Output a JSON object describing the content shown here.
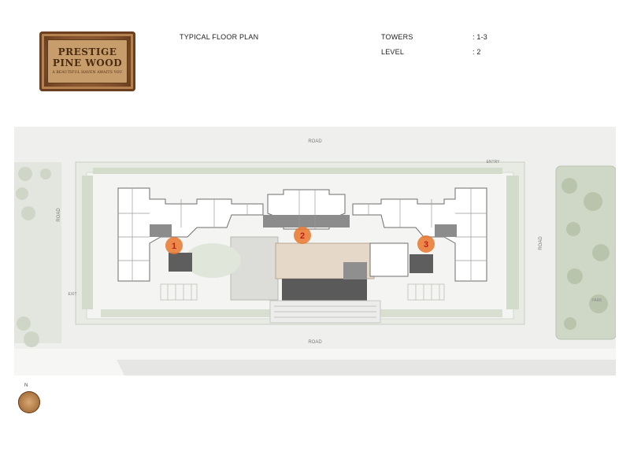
{
  "logo": {
    "line1": "PRESTIGE",
    "line2": "PINE WOOD",
    "tagline": "A BEAUTIFUL HAVEN AWAITS YOU"
  },
  "header": {
    "title": "TYPICAL FLOOR PLAN",
    "towers_label": "TOWERS",
    "towers_value": ": 1-3",
    "level_label": "LEVEL",
    "level_value": ": 2"
  },
  "site": {
    "road_top": "ROAD",
    "road_bottom": "ROAD",
    "road_left": "ROAD",
    "road_right": "ROAD",
    "entry": "ENTRY",
    "exit": "EXIT",
    "park": "PARK",
    "markers": [
      "1",
      "2",
      "3"
    ],
    "marker_color": "#e8762c"
  },
  "compass": {
    "north": "N"
  }
}
